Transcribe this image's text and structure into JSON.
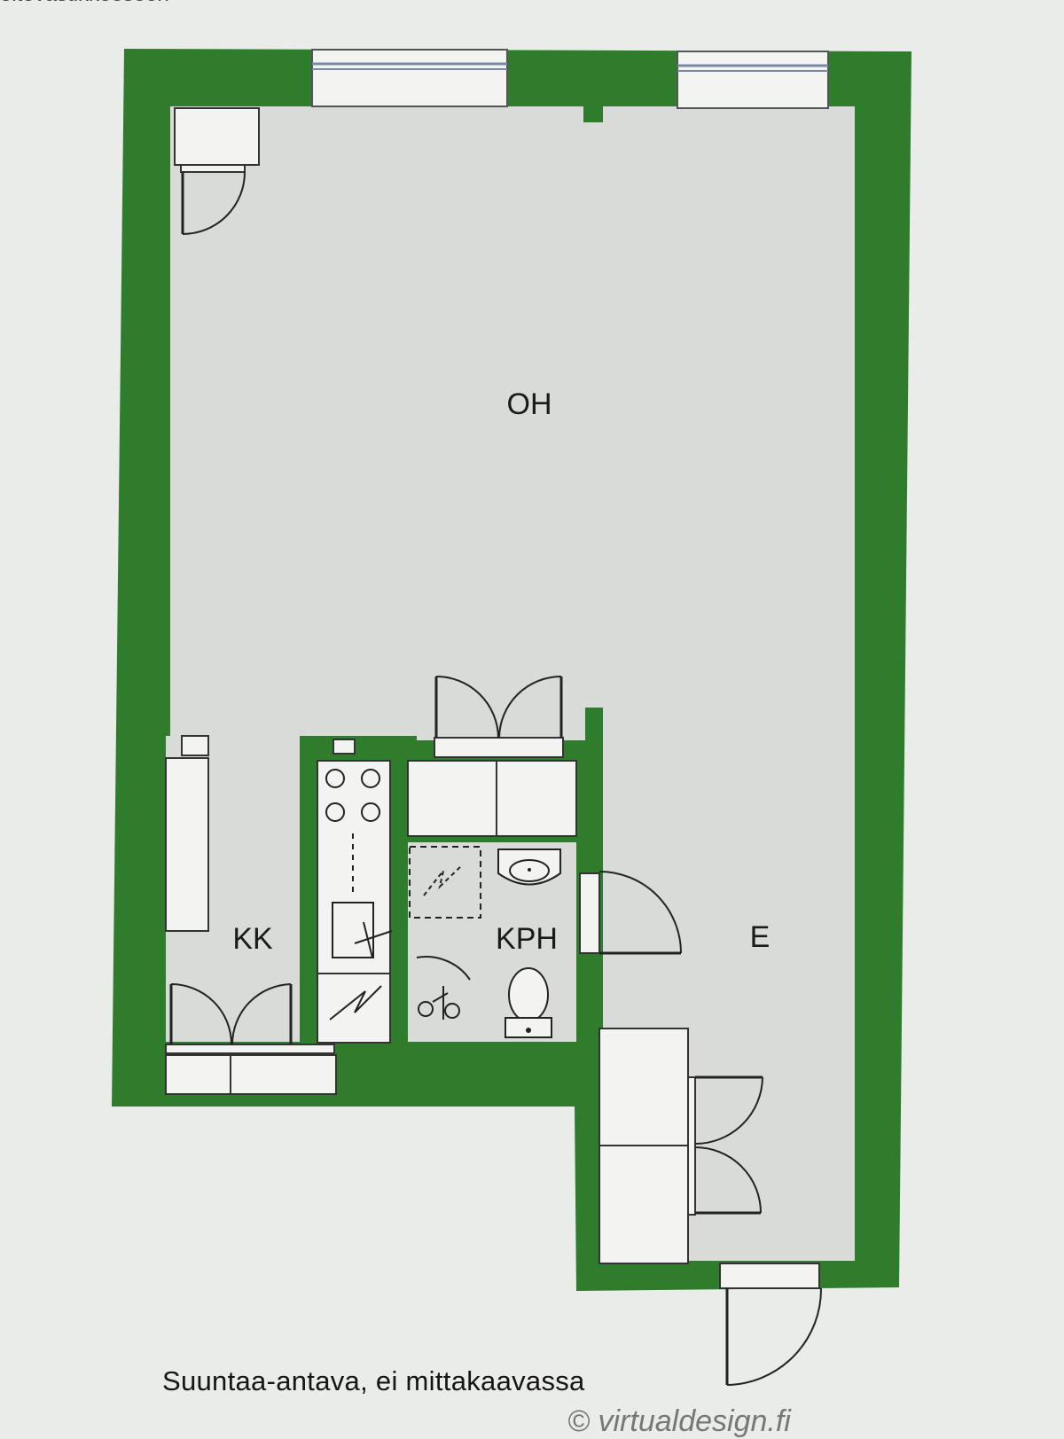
{
  "colors": {
    "wall": "#2f7d2c",
    "floor": "#d8dbd8",
    "background": "#e9ece8",
    "fixture": "#f3f3f1",
    "line": "#1f1f1f"
  },
  "top_text": "oitovastikkeeseen",
  "rooms": {
    "living": "OH",
    "kitchen": "KK",
    "bathroom": "KPH",
    "entrance": "E"
  },
  "caption": "Suuntaa-antava, ei mittakaavassa",
  "copyright": "© virtualdesign.fi"
}
